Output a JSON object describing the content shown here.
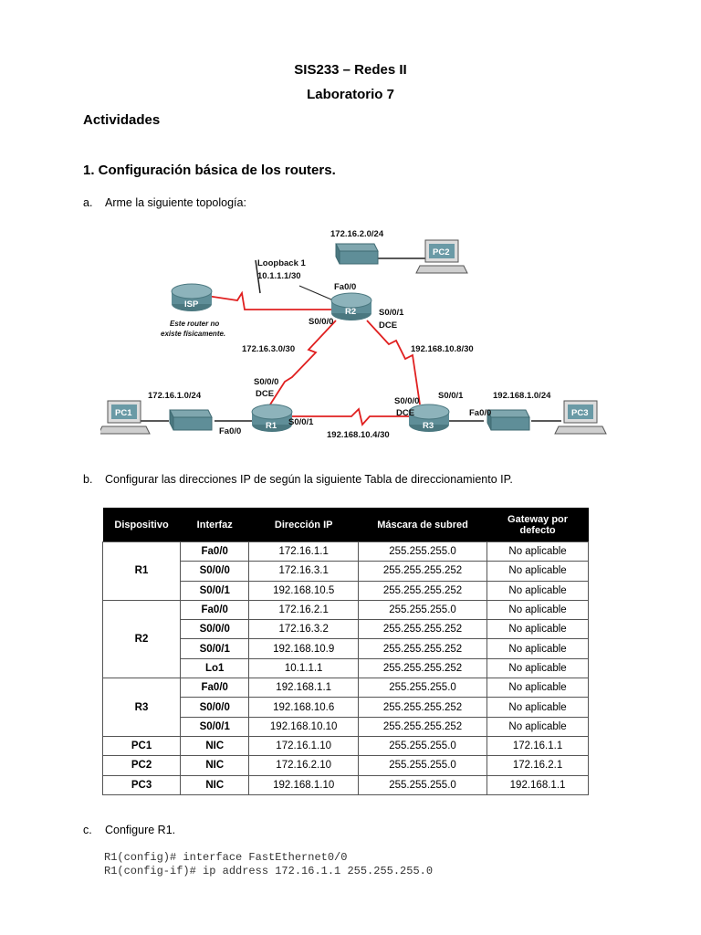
{
  "header": {
    "course": "SIS233 – Redes II",
    "lab": "Laboratorio 7"
  },
  "section_activities": "Actividades",
  "section_1_title": "1. Configuración básica de los routers.",
  "step_a": {
    "marker": "a.",
    "text": "Arme la siguiente topología:"
  },
  "topology": {
    "net_r2_lan": "172.16.2.0/24",
    "loopback_label": "Loopback 1",
    "loopback_addr": "10.1.1.1/30",
    "r2_fa": "Fa0/0",
    "isp": "ISP",
    "isp_note_1": "Este router no",
    "isp_note_2": "existe físicamente.",
    "r2": "R2",
    "r2_s0": "S0/0/0",
    "r2_s1": "S0/0/1",
    "r2_dce": "DCE",
    "net_r1_r2": "172.16.3.0/30",
    "net_r2_r3": "192.168.10.8/30",
    "r1_s0": "S0/0/0",
    "r1_dce": "DCE",
    "net_r1_lan": "172.16.1.0/24",
    "r3_s0": "S0/0/0",
    "r3_s1": "S0/0/1",
    "r3_dce": "DCE",
    "net_r3_lan": "192.168.1.0/24",
    "pc1": "PC1",
    "pc2": "PC2",
    "pc3": "PC3",
    "r1": "R1",
    "r3": "R3",
    "r1_fa": "Fa0/0",
    "r1_s1": "S0/0/1",
    "r3_fa": "Fa0/0",
    "net_r1_r3": "192.168.10.4/30"
  },
  "step_b": {
    "marker": "b.",
    "text": "Configurar las direcciones IP de según la siguiente Tabla de direccionamiento IP."
  },
  "table": {
    "headers": [
      "Dispositivo",
      "Interfaz",
      "Dirección IP",
      "Máscara de subred",
      "Gateway por defecto"
    ],
    "groups": [
      {
        "device": "R1",
        "rows": [
          [
            "Fa0/0",
            "172.16.1.1",
            "255.255.255.0",
            "No aplicable"
          ],
          [
            "S0/0/0",
            "172.16.3.1",
            "255.255.255.252",
            "No aplicable"
          ],
          [
            "S0/0/1",
            "192.168.10.5",
            "255.255.255.252",
            "No aplicable"
          ]
        ]
      },
      {
        "device": "R2",
        "rows": [
          [
            "Fa0/0",
            "172.16.2.1",
            "255.255.255.0",
            "No aplicable"
          ],
          [
            "S0/0/0",
            "172.16.3.2",
            "255.255.255.252",
            "No aplicable"
          ],
          [
            "S0/0/1",
            "192.168.10.9",
            "255.255.255.252",
            "No aplicable"
          ],
          [
            "Lo1",
            "10.1.1.1",
            "255.255.255.252",
            "No aplicable"
          ]
        ]
      },
      {
        "device": "R3",
        "rows": [
          [
            "Fa0/0",
            "192.168.1.1",
            "255.255.255.0",
            "No aplicable"
          ],
          [
            "S0/0/0",
            "192.168.10.6",
            "255.255.255.252",
            "No aplicable"
          ],
          [
            "S0/0/1",
            "192.168.10.10",
            "255.255.255.252",
            "No aplicable"
          ]
        ]
      },
      {
        "device": "PC1",
        "rows": [
          [
            "NIC",
            "172.16.1.10",
            "255.255.255.0",
            "172.16.1.1"
          ]
        ]
      },
      {
        "device": "PC2",
        "rows": [
          [
            "NIC",
            "172.16.2.10",
            "255.255.255.0",
            "172.16.2.1"
          ]
        ]
      },
      {
        "device": "PC3",
        "rows": [
          [
            "NIC",
            "192.168.1.10",
            "255.255.255.0",
            "192.168.1.1"
          ]
        ]
      }
    ]
  },
  "step_c": {
    "marker": "c.",
    "text": "Configure R1."
  },
  "code": [
    "R1(config)# interface FastEthernet0/0",
    "R1(config-if)# ip address 172.16.1.1 255.255.255.0"
  ],
  "colors": {
    "link_serial": "#e02020",
    "link_lan": "#222222",
    "router_fill": "#5f8e98",
    "table_header": "#000000"
  }
}
